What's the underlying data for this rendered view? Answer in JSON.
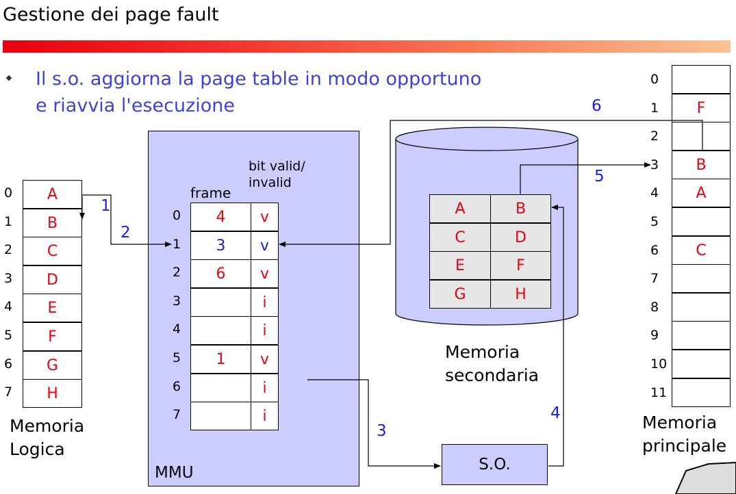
{
  "slide": {
    "title": "Gestione dei page fault",
    "bullet_line1": "Il s.o. aggiorna la page table in modo opportuno",
    "bullet_line2": "e riavvia l'esecuzione"
  },
  "logical_memory": {
    "indices": [
      "0",
      "1",
      "2",
      "3",
      "4",
      "5",
      "6",
      "7"
    ],
    "pages": [
      "A",
      "B",
      "C",
      "D",
      "E",
      "F",
      "G",
      "H"
    ],
    "label_line1": "Memoria",
    "label_line2": "Logica"
  },
  "mmu": {
    "label": "MMU",
    "frame_header": "frame",
    "bit_header_line1": "bit valid/",
    "bit_header_line2": "invalid",
    "indices": [
      "0",
      "1",
      "2",
      "3",
      "4",
      "5",
      "6",
      "7"
    ],
    "frames": [
      "4",
      "3",
      "6",
      "",
      "",
      "1",
      "",
      ""
    ],
    "bits": [
      "v",
      "v",
      "v",
      "i",
      "i",
      "v",
      "i",
      "i"
    ]
  },
  "secondary_memory": {
    "left": [
      "A",
      "C",
      "E",
      "G"
    ],
    "right": [
      "B",
      "D",
      "F",
      "H"
    ],
    "label_line1": "Memoria",
    "label_line2": "secondaria"
  },
  "os_box": {
    "label": "S.O."
  },
  "main_memory": {
    "indices": [
      "0",
      "1",
      "2",
      "3",
      "4",
      "5",
      "6",
      "7",
      "8",
      "9",
      "10",
      "11"
    ],
    "contents": [
      "",
      "F",
      "",
      "B",
      "A",
      "",
      "C",
      "",
      "",
      "",
      "",
      ""
    ],
    "label_line1": "Memoria",
    "label_line2": "principale"
  },
  "steps": [
    "1",
    "2",
    "3",
    "4",
    "5",
    "6"
  ],
  "colors": {
    "accent_blue": "#3b43d9",
    "step_blue": "#1a1aee",
    "red": "#e8000f",
    "mmu_fill": "#ccccff",
    "disk_fill": "#ccccff",
    "cell_gray": "#e6e6e6"
  }
}
